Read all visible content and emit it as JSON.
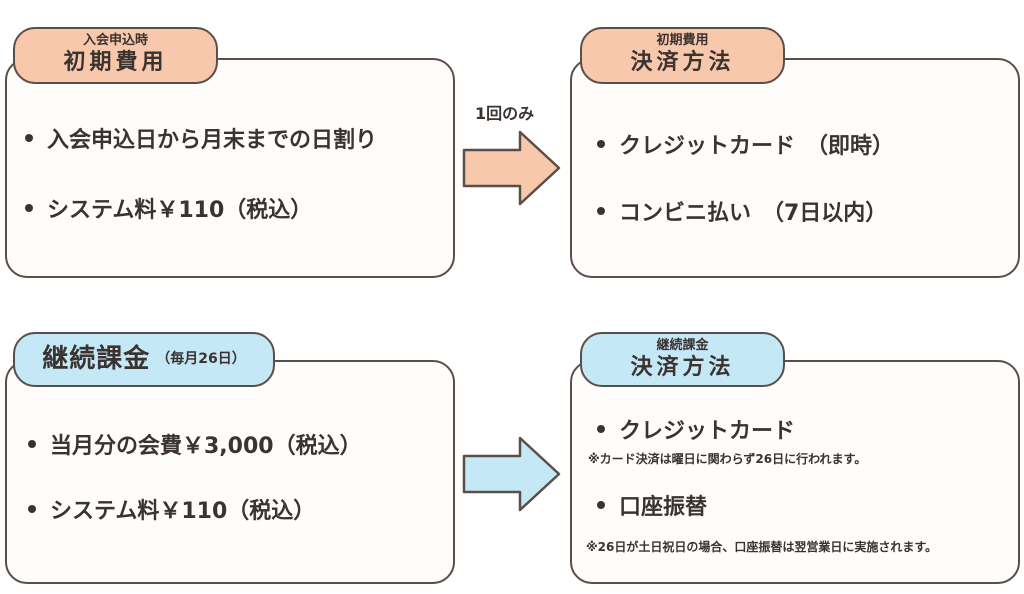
{
  "colors": {
    "peach": "#f8c8ad",
    "blue": "#c5e8f7",
    "border": "#5a4e48",
    "text": "#3a3330"
  },
  "initial_fee": {
    "tab_small": "入会申込時",
    "tab_big": "初期費用",
    "items": [
      "入会申込日から月末までの日割り",
      "システム料￥110（税込）"
    ]
  },
  "initial_payment": {
    "tab_small": "初期費用",
    "tab_big": "決済方法",
    "items": [
      "クレジットカード　（即時）",
      "コンビニ払い　（7日以内）"
    ]
  },
  "arrow_top_label": "1回のみ",
  "recurring_fee": {
    "tab_big": "継続課金",
    "tab_note": "（毎月26日）",
    "items": [
      "当月分の会費￥3,000（税込）",
      "システム料￥110（税込）"
    ]
  },
  "recurring_payment": {
    "tab_small": "継続課金",
    "tab_big": "決済方法",
    "items": [
      "クレジットカード",
      "口座振替"
    ],
    "notes": [
      "※カード決済は曜日に関わらず26日に行われます。",
      "※26日が土日祝日の場合、口座振替は翌営業日に実施されます。"
    ]
  }
}
